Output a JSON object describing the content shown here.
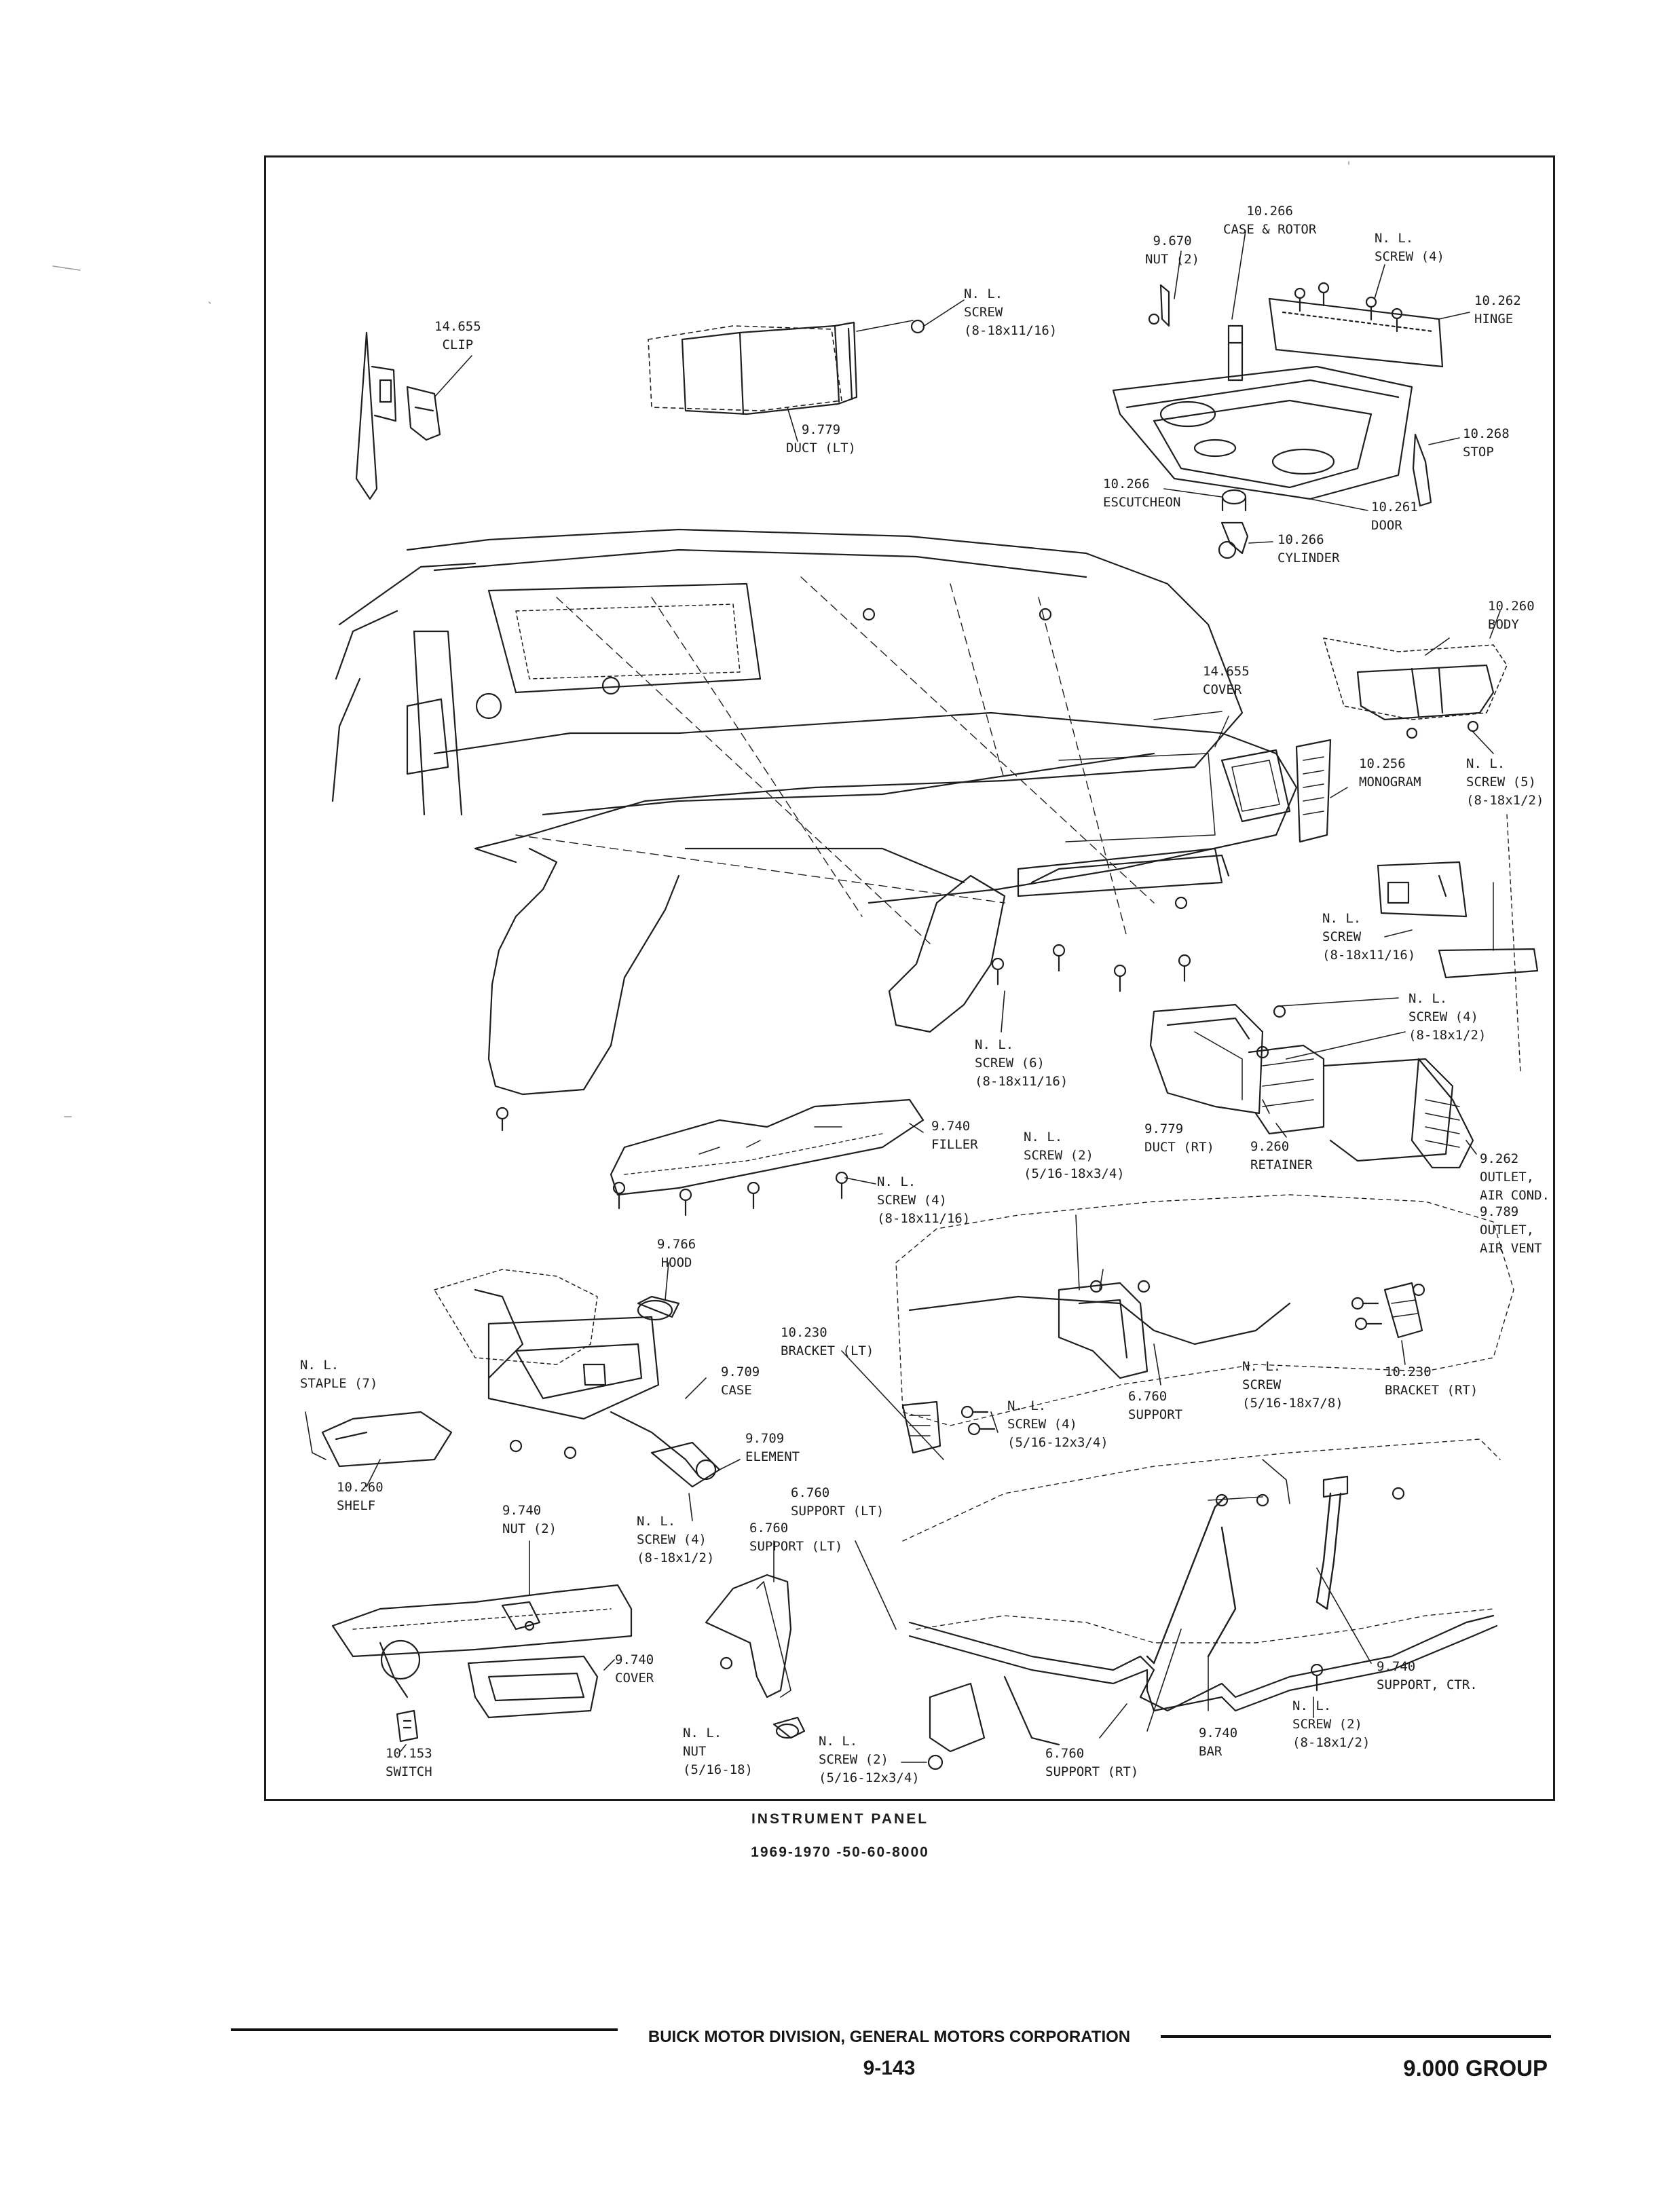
{
  "caption": {
    "title": "INSTRUMENT PANEL",
    "years": "1969-1970 -50-60-8000"
  },
  "footer": {
    "corporation": "BUICK MOTOR DIVISION, GENERAL MOTORS CORPORATION",
    "page": "9-143",
    "group": "9.000 GROUP"
  },
  "colors": {
    "ink": "#1c1c1c",
    "paper": "#ffffff"
  },
  "labels": [
    {
      "id": "clip-14655",
      "lines": [
        "14.655",
        "CLIP"
      ]
    },
    {
      "id": "screw-duct-lt",
      "lines": [
        "N. L.",
        "SCREW",
        "(8-18x11/16)"
      ]
    },
    {
      "id": "duct-lt-9779",
      "lines": [
        "9.779",
        "DUCT (LT)"
      ]
    },
    {
      "id": "nut-9670",
      "lines": [
        "9.670",
        "NUT (2)"
      ]
    },
    {
      "id": "case-rotor-10266",
      "lines": [
        "10.266",
        "CASE & ROTOR"
      ]
    },
    {
      "id": "screw-hinge",
      "lines": [
        "N. L.",
        "SCREW (4)"
      ]
    },
    {
      "id": "hinge-10262",
      "lines": [
        "10.262",
        "HINGE"
      ]
    },
    {
      "id": "stop-10268",
      "lines": [
        "10.268",
        "STOP"
      ]
    },
    {
      "id": "escutcheon-10266",
      "lines": [
        "10.266",
        "ESCUTCHEON"
      ]
    },
    {
      "id": "door-10261",
      "lines": [
        "10.261",
        "DOOR"
      ]
    },
    {
      "id": "cylinder-10266",
      "lines": [
        "10.266",
        "CYLINDER"
      ]
    },
    {
      "id": "body-10260",
      "lines": [
        "10.260",
        "BODY"
      ]
    },
    {
      "id": "cover-14655",
      "lines": [
        "14.655",
        "COVER"
      ]
    },
    {
      "id": "monogram-10256",
      "lines": [
        "10.256",
        "MONOGRAM"
      ]
    },
    {
      "id": "screw-body",
      "lines": [
        "N. L.",
        "SCREW (5)",
        "(8-18x1/2)"
      ]
    },
    {
      "id": "screw-vent",
      "lines": [
        "N. L.",
        "SCREW",
        "(8-18x11/16)"
      ]
    },
    {
      "id": "screw-retainer",
      "lines": [
        "N. L.",
        "SCREW (4)",
        "(8-18x1/2)"
      ]
    },
    {
      "id": "screw-panel-6",
      "lines": [
        "N. L.",
        "SCREW (6)",
        "(8-18x11/16)"
      ]
    },
    {
      "id": "filler-9740",
      "lines": [
        "9.740",
        "FILLER"
      ]
    },
    {
      "id": "screw-filler",
      "lines": [
        "N. L.",
        "SCREW (4)",
        "(8-18x11/16)"
      ]
    },
    {
      "id": "screw-bracket-2",
      "lines": [
        "N. L.",
        "SCREW (2)",
        "(5/16-18x3/4)"
      ]
    },
    {
      "id": "duct-rt-9779",
      "lines": [
        "9.779",
        "DUCT (RT)"
      ]
    },
    {
      "id": "retainer-9260",
      "lines": [
        "9.260",
        "RETAINER"
      ]
    },
    {
      "id": "outlet-9262",
      "lines": [
        "9.262",
        "OUTLET,",
        "AIR COND."
      ]
    },
    {
      "id": "outlet-9789",
      "lines": [
        "9.789",
        "OUTLET,",
        "AIR VENT"
      ]
    },
    {
      "id": "hood-9766",
      "lines": [
        "9.766",
        "HOOD"
      ]
    },
    {
      "id": "staple-nl",
      "lines": [
        "N. L.",
        "STAPLE (7)"
      ]
    },
    {
      "id": "case-9709",
      "lines": [
        "9.709",
        "CASE"
      ]
    },
    {
      "id": "element-9709",
      "lines": [
        "9.709",
        "ELEMENT"
      ]
    },
    {
      "id": "shelf-10260",
      "lines": [
        "10.260",
        "SHELF"
      ]
    },
    {
      "id": "bracket-lt-10230",
      "lines": [
        "10.230",
        "BRACKET (LT)"
      ]
    },
    {
      "id": "screw-bracket-4",
      "lines": [
        "N. L.",
        "SCREW (4)",
        "(5/16-12x3/4)"
      ]
    },
    {
      "id": "support-6760",
      "lines": [
        "6.760",
        "SUPPORT"
      ]
    },
    {
      "id": "screw-support-rt",
      "lines": [
        "N. L.",
        "SCREW",
        "(5/16-18x7/8)"
      ]
    },
    {
      "id": "bracket-rt-10230",
      "lines": [
        "10.230",
        "BRACKET (RT)"
      ]
    },
    {
      "id": "nut-9740",
      "lines": [
        "9.740",
        "NUT (2)"
      ]
    },
    {
      "id": "screw-nut-4",
      "lines": [
        "N. L.",
        "SCREW (4)",
        "(8-18x1/2)"
      ]
    },
    {
      "id": "support-lt-upper",
      "lines": [
        "6.760",
        "SUPPORT (LT)"
      ]
    },
    {
      "id": "support-lt-lower",
      "lines": [
        "6.760",
        "SUPPORT (LT)"
      ]
    },
    {
      "id": "cover-9740",
      "lines": [
        "9.740",
        "COVER"
      ]
    },
    {
      "id": "switch-10153",
      "lines": [
        "10.153",
        "SWITCH"
      ]
    },
    {
      "id": "nut-5-16",
      "lines": [
        "N. L.",
        "NUT",
        "(5/16-18)"
      ]
    },
    {
      "id": "screw-2-lower",
      "lines": [
        "N. L.",
        "SCREW (2)",
        "(5/16-12x3/4)"
      ]
    },
    {
      "id": "support-rt-6760",
      "lines": [
        "6.760",
        "SUPPORT (RT)"
      ]
    },
    {
      "id": "bar-9740",
      "lines": [
        "9.740",
        "BAR"
      ]
    },
    {
      "id": "screw-bar-2",
      "lines": [
        "N. L.",
        "SCREW (2)",
        "(8-18x1/2)"
      ]
    },
    {
      "id": "support-ctr-9740",
      "lines": [
        "9.740",
        "SUPPORT, CTR."
      ]
    }
  ]
}
